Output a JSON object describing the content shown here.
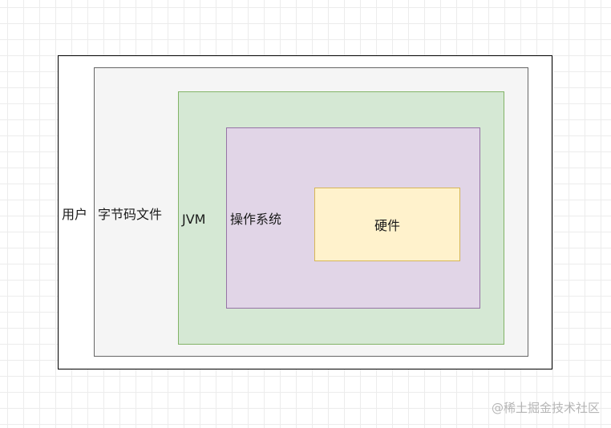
{
  "layers": {
    "user": {
      "label": "用户"
    },
    "bytecode": {
      "label": "字节码文件"
    },
    "jvm": {
      "label": "JVM"
    },
    "os": {
      "label": "操作系统"
    },
    "hardware": {
      "label": "硬件"
    }
  },
  "colors": {
    "user_border": "#000000",
    "bytecode_fill": "#f5f5f5",
    "bytecode_border": "#666666",
    "jvm_fill": "#d5e8d4",
    "jvm_border": "#82b366",
    "os_fill": "#e1d5e7",
    "os_border": "#9673a6",
    "hardware_fill": "#fff2cc",
    "hardware_border": "#d6b656"
  },
  "watermark": "@稀土掘金技术社区"
}
